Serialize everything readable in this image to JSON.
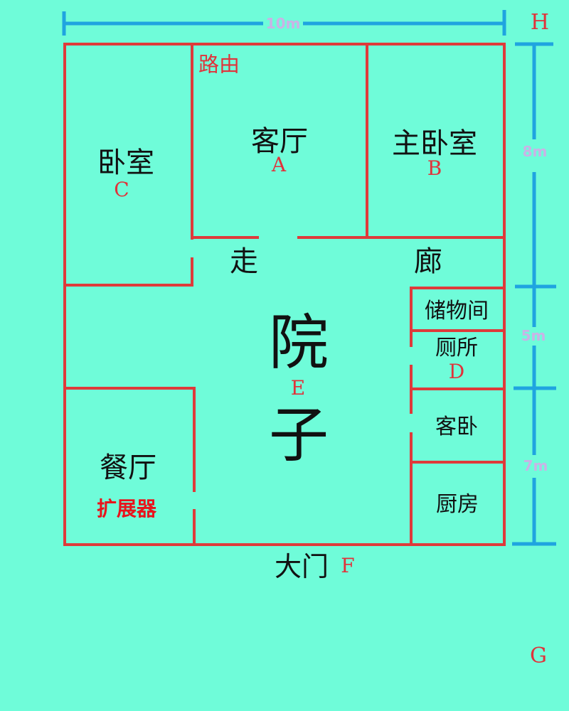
{
  "colors": {
    "background": "#6ffcd9",
    "walls": "#de3a3a",
    "dimension_lines": "#1fa4e0",
    "room_text": "#111111",
    "marker_text": "#e0323a",
    "device_text": "#e8141c",
    "dimension_text": "#c9b3e6"
  },
  "dimensions": {
    "top_width": "10m",
    "right_upper": "8m",
    "right_middle": "5m",
    "right_lower": "7m"
  },
  "rooms": {
    "bedroom": "卧室",
    "living_room": "客厅",
    "master_bedroom": "主卧室",
    "corridor_left": "走",
    "corridor_right": "廊",
    "courtyard_top": "院",
    "courtyard_bottom": "子",
    "storage": "储物间",
    "toilet": "厕所",
    "guest_bedroom": "客卧",
    "dining_room": "餐厅",
    "kitchen": "厨房",
    "main_gate": "大门"
  },
  "devices": {
    "router": "路由",
    "extender": "扩展器"
  },
  "markers": {
    "a": "A",
    "b": "B",
    "c": "C",
    "d": "D",
    "e": "E",
    "f": "F",
    "g": "G",
    "h": "H"
  }
}
